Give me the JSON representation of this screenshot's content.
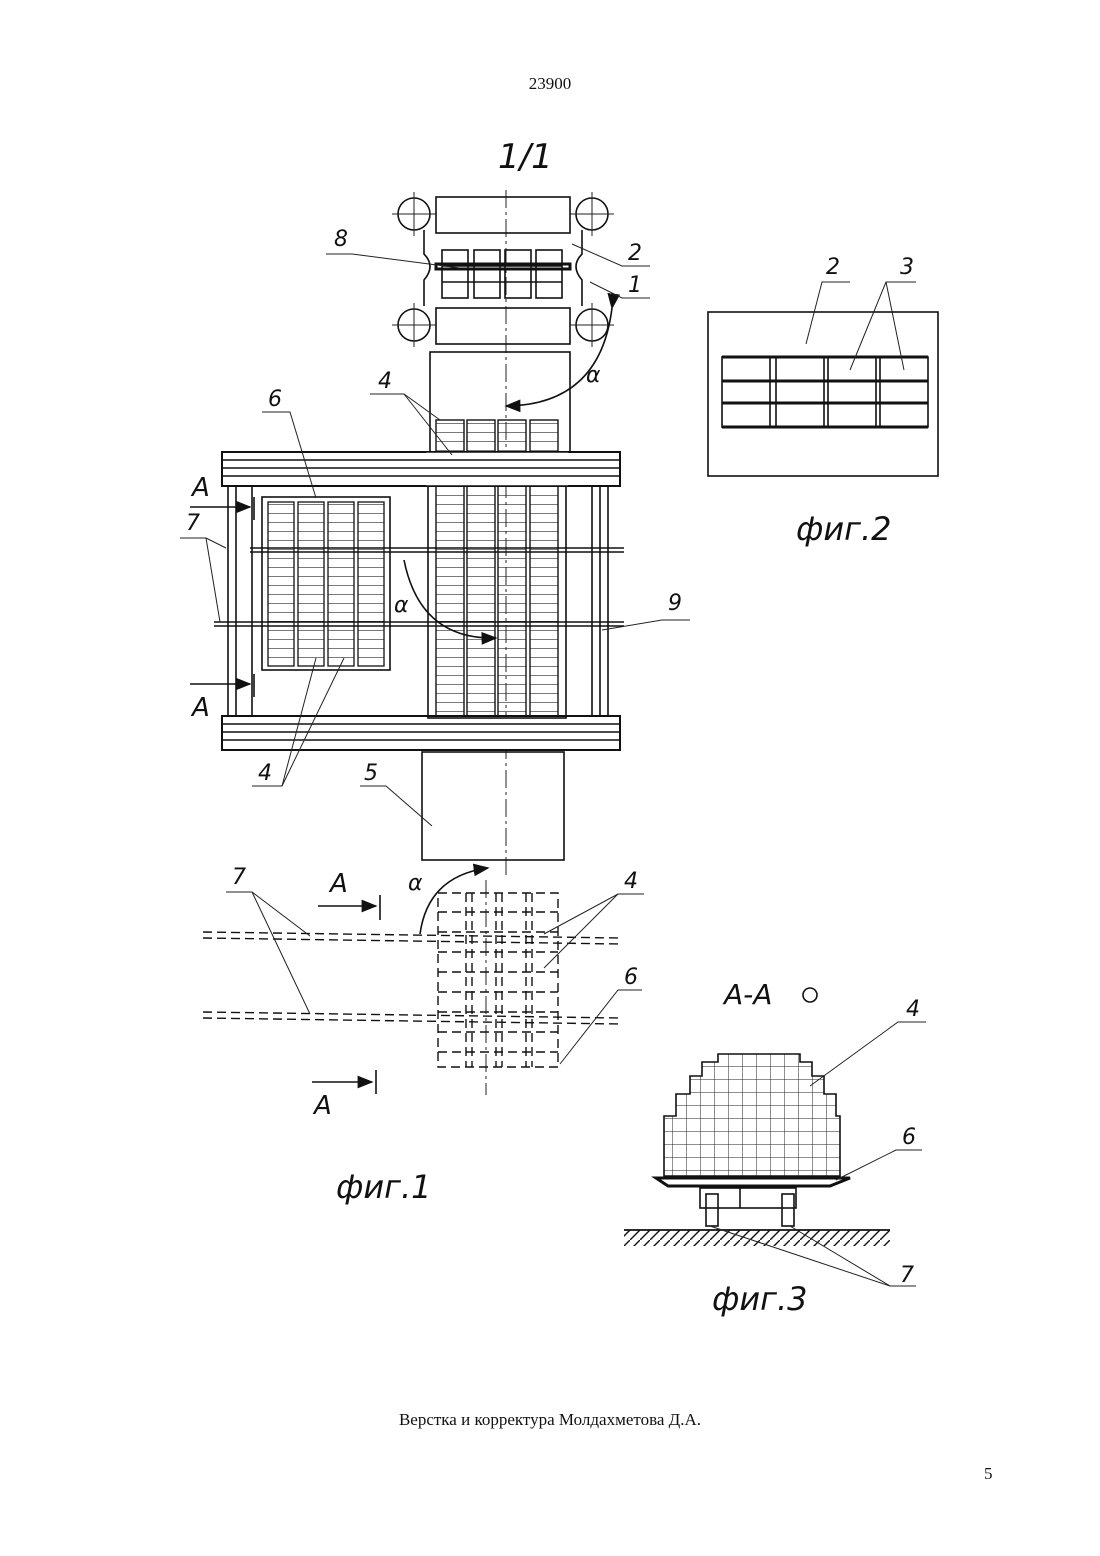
{
  "header": {
    "patent_number": "23900"
  },
  "sheet": {
    "sheet_label": "1/1"
  },
  "figures": {
    "fig1": {
      "caption": "фиг.1"
    },
    "fig2": {
      "caption": "фиг.2"
    },
    "fig3": {
      "caption": "фиг.3",
      "section_label": "А-А"
    }
  },
  "labels": {
    "l1": "1",
    "l2": "2",
    "l3": "3",
    "l4": "4",
    "l5": "5",
    "l6": "6",
    "l7": "7",
    "l8": "8",
    "l9": "9",
    "section": "А",
    "angle": "α"
  },
  "footer": {
    "credits": "Верстка и корректура Молдахметова Д.А.",
    "page_number": "5"
  }
}
